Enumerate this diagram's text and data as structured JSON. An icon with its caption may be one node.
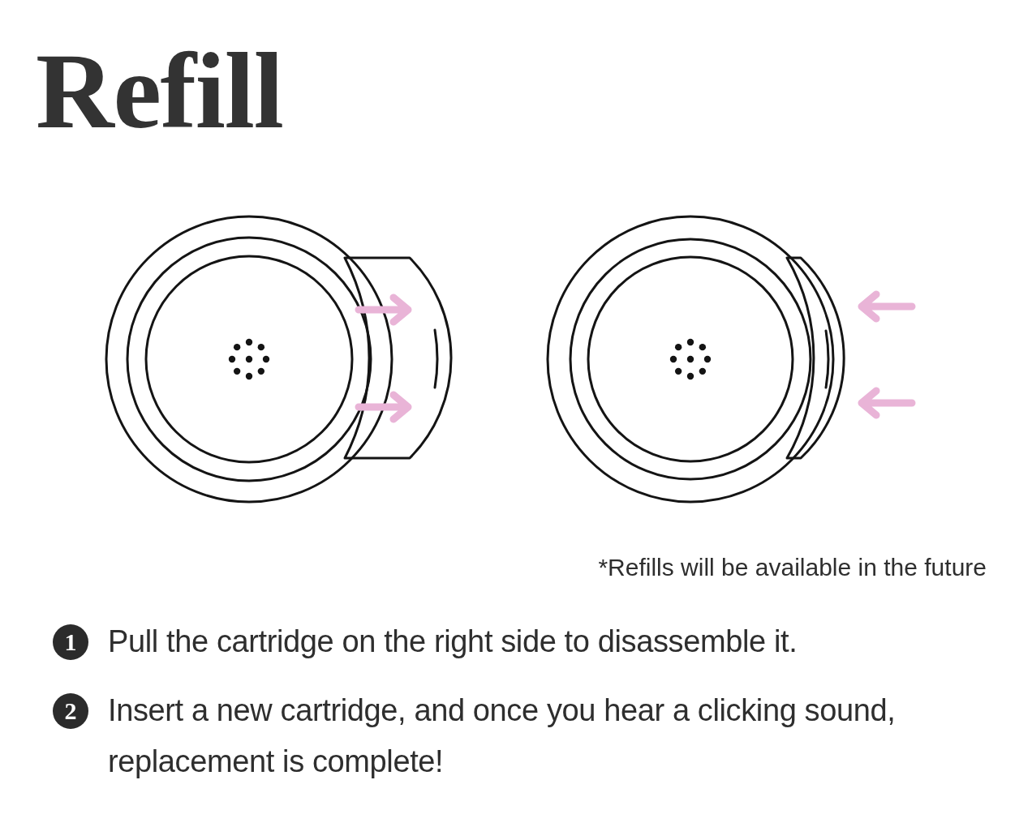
{
  "diagram": {
    "title": "Refill",
    "nodes": [
      {
        "text": [
          "1"
        ],
        "beside": [
          "Pull the cartridge on the right side to disassemble it."
        ]
      },
      {
        "text": [
          "2"
        ],
        "beside": [
          "Insert a new cartridge, and once you hear a clicking sound, replacement is complete!"
        ]
      }
    ],
    "labels": [
      "*Refills will be available in the future"
    ]
  }
}
